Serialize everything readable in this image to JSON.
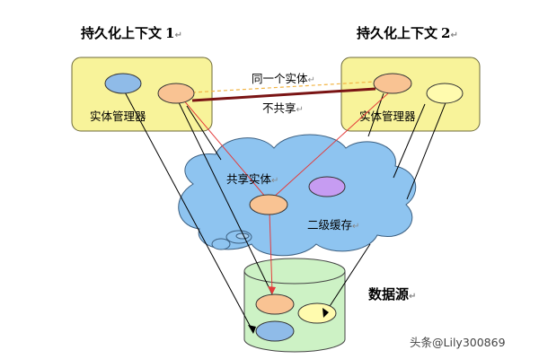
{
  "context1": {
    "title": "持久化上下文",
    "number": "1",
    "manager_label": "实体管理器"
  },
  "context2": {
    "title": "持久化上下文",
    "number": "2",
    "manager_label": "实体管理器"
  },
  "labels": {
    "same_entity": "同一个实体",
    "not_shared": "不共享",
    "shared_entity": "共享实体",
    "second_level_cache": "二级缓存",
    "data_source": "数据源"
  },
  "paragraph_mark": "↵",
  "watermark": {
    "prefix": "头条",
    "handle": "@Lily300869"
  },
  "colors": {
    "context_fill": "#f8f39a",
    "cloud_fill": "#8ec4f0",
    "cylinder_fill": "#cdf2c5",
    "blue_entity": "#8fbbe8",
    "orange_entity": "#f9c393",
    "yellow_entity": "#fffbae",
    "purple_entity": "#c69cf2",
    "not_shared_line": "#7a1414",
    "dashed_line": "#f2b444",
    "red_line": "#e43b3b"
  }
}
